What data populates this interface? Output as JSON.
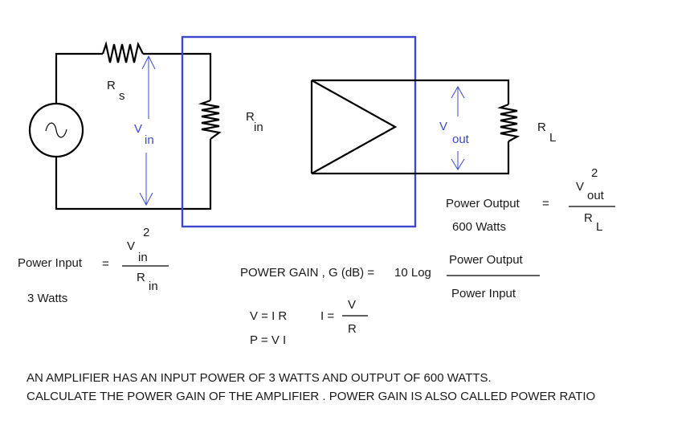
{
  "colors": {
    "wire": "#000000",
    "amp_box": "#3f48cc",
    "voltage_labels": "#3f48cc",
    "text": "#1a1a1a"
  },
  "circuit": {
    "source_icon": "ac-source-icon",
    "rs": {
      "main": "R",
      "sub": "s"
    },
    "vin": {
      "main": "V",
      "sub": "in"
    },
    "rin": {
      "main": "R",
      "sub": "in"
    },
    "amplifier_icon": "amplifier-triangle-icon",
    "vout": {
      "main": "V",
      "sub": "out"
    },
    "rl": {
      "main": "R",
      "sub": "L"
    }
  },
  "power_input": {
    "label": "Power Input",
    "eq": "=",
    "exponent": "2",
    "num_main": "V",
    "num_sub": "in",
    "den_main": "R",
    "den_sub": "in",
    "value": "3 Watts"
  },
  "power_output": {
    "label": "Power Output",
    "eq": "=",
    "exponent": "2",
    "num_main": "V",
    "num_sub": "out",
    "den_main": "R",
    "den_sub": "L",
    "value": "600 Watts"
  },
  "gain": {
    "label": "POWER GAIN , G (dB) =",
    "log": "10 Log",
    "numerator": "Power Output",
    "denominator": "Power Input"
  },
  "formulas": {
    "ohm": "V = I R",
    "power": "P = V I",
    "i_eq": "I =",
    "i_num": "V",
    "i_den": "R"
  },
  "problem": {
    "line1": "AN AMPLIFIER HAS AN INPUT POWER OF 3 WATTS AND OUTPUT OF 600 WATTS.",
    "line2": "CALCULATE THE POWER GAIN OF THE AMPLIFIER . POWER GAIN IS ALSO CALLED POWER RATIO"
  }
}
